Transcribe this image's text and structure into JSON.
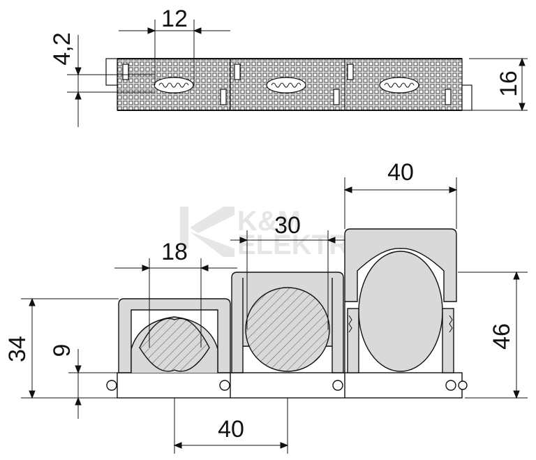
{
  "watermark": {
    "line1": "K&M",
    "line2": "ELEKTRO"
  },
  "top_view": {
    "dimensions": {
      "width_12": "12",
      "height_4_2": "4,2",
      "height_16": "16"
    }
  },
  "front_view": {
    "dimensions": {
      "pitch_40_top": "40",
      "cable_30": "30",
      "cable_18": "18",
      "height_34": "34",
      "height_9": "9",
      "height_46": "46",
      "pitch_40_bottom": "40"
    }
  },
  "colors": {
    "line": "#111111",
    "fill": "#d9d9d9",
    "hatch": "#555555",
    "watermark": "#e6e6e6"
  }
}
